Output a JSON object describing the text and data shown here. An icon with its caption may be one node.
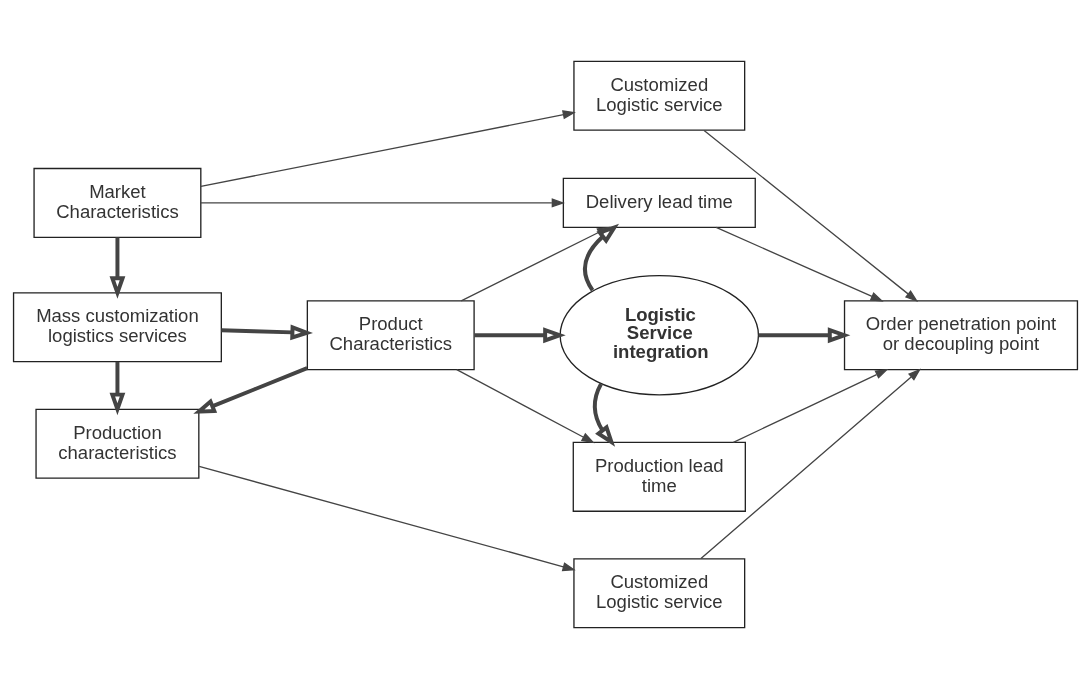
{
  "diagram": {
    "nodes": [
      {
        "text": [
          "Market Characteristics"
        ]
      },
      {
        "text": [
          "Customized Logistic service"
        ]
      },
      {
        "text": [
          "Mass customization logistics services"
        ]
      },
      {
        "text": [
          "Delivery lead time"
        ]
      },
      {
        "text": [
          "Product Characteristics"
        ]
      },
      {
        "text": [
          "Logistic Service integration"
        ]
      },
      {
        "text": [
          "Order penetration point or decoupling point"
        ]
      },
      {
        "text": [
          "Production lead time"
        ]
      },
      {
        "text": [
          "Production characteristics"
        ]
      },
      {
        "text": [
          "Customized Logistic service"
        ]
      }
    ],
    "edges": [
      {
        "from": 0,
        "to": 1,
        "arrow": "to"
      },
      {
        "from": 0,
        "to": 2,
        "arrow": "to",
        "style": "thick"
      },
      {
        "from": 0,
        "to": 3,
        "arrow": "to"
      },
      {
        "from": 1,
        "to": 6,
        "arrow": "to"
      },
      {
        "from": 2,
        "to": 4,
        "arrow": "to",
        "style": "thick"
      },
      {
        "from": 2,
        "to": 8,
        "arrow": "to",
        "style": "thick"
      },
      {
        "from": 3,
        "to": 6,
        "arrow": "to"
      },
      {
        "from": 4,
        "to": 3,
        "arrow": "to"
      },
      {
        "from": 4,
        "to": 5,
        "arrow": "to",
        "style": "thick"
      },
      {
        "from": 4,
        "to": 7,
        "arrow": "to"
      },
      {
        "from": 4,
        "to": 8,
        "arrow": "to",
        "style": "thick"
      },
      {
        "from": 5,
        "to": 3,
        "arrow": "to",
        "style": "thick"
      },
      {
        "from": 5,
        "to": 6,
        "arrow": "to",
        "style": "thick"
      },
      {
        "from": 5,
        "to": 7,
        "arrow": "to",
        "style": "thick"
      },
      {
        "from": 7,
        "to": 6,
        "arrow": "to"
      },
      {
        "from": 8,
        "to": 9,
        "arrow": "to"
      },
      {
        "from": 9,
        "to": 6,
        "arrow": "to"
      }
    ]
  }
}
